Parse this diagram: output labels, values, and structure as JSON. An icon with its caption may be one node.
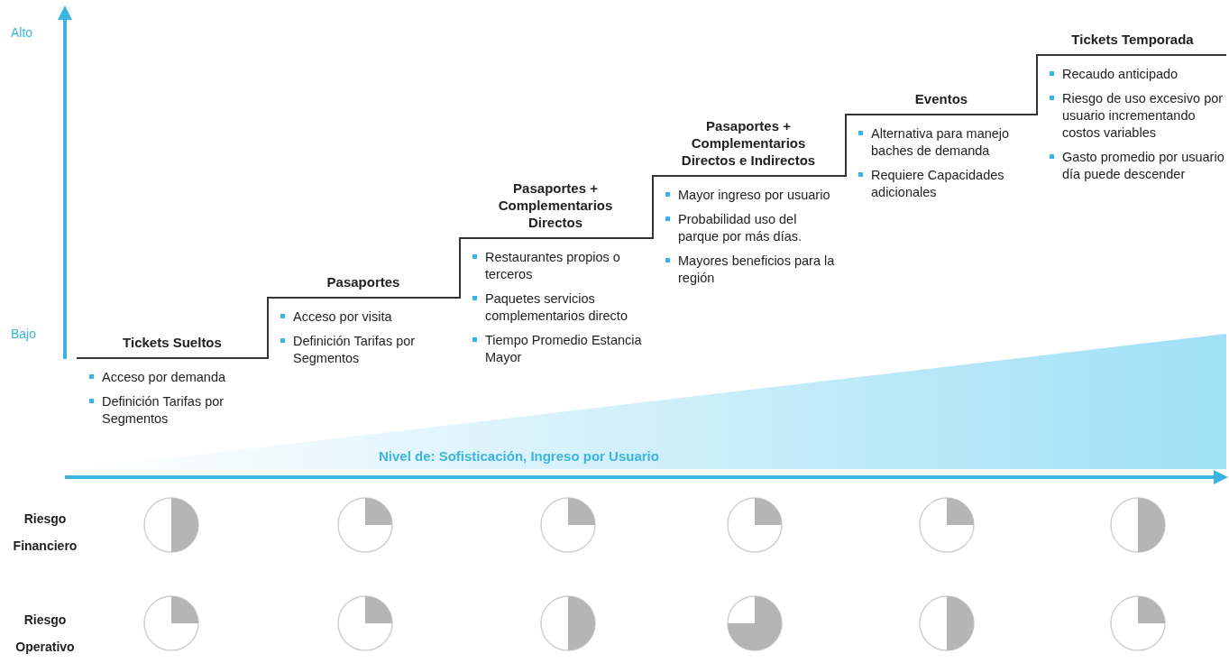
{
  "diagram": {
    "nodes": [
      {
        "text": [
          "Tickets Sueltos",
          "Acceso por demanda",
          "Definición Tarifas por Segmentos"
        ]
      },
      {
        "text": [
          "Pasaportes",
          "Acceso por visita",
          "Definición Tarifas por Segmentos"
        ]
      },
      {
        "text": [
          "Pasaportes + Complementarios Directos",
          "Restaurantes propios o terceros",
          "Paquetes servicios complementarios directo",
          "Tiempo Promedio Estancia Mayor"
        ]
      },
      {
        "text": [
          "Pasaportes + Complementarios Directos e Indirectos",
          "Mayor ingreso por usuario",
          "Probabilidad uso del parque por más días.",
          "Mayores beneficios para la región"
        ]
      },
      {
        "text": [
          "Eventos",
          "Alternativa para manejo baches de demanda",
          "Requiere Capacidades adicionales"
        ]
      },
      {
        "text": [
          "Tickets Temporada",
          "Recaudo anticipado",
          "Riesgo de uso excesivo por usuario incrementando costos variables",
          "Gasto promedio por usuario día puede descender"
        ]
      }
    ],
    "labels": [
      "Alto",
      "Bajo",
      "Nivel de: Sofisticación, Ingreso por Usuario",
      "Riesgo Financiero",
      "Riesgo Operativo"
    ]
  }
}
